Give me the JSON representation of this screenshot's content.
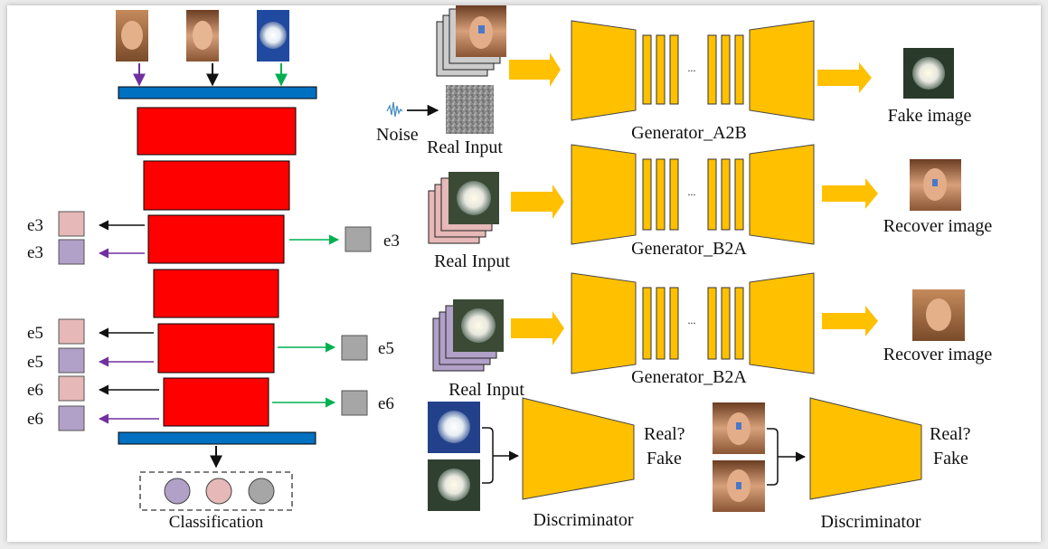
{
  "colors": {
    "encoder_block": "#ff0000",
    "bar": "#0070c0",
    "generator": "#ffc000",
    "arrow_orange": "#ffc000",
    "arrow_purple": "#7030a0",
    "arrow_green": "#00b050",
    "square_pink": "#e6b8b7",
    "square_purple": "#b1a0c7",
    "square_gray": "#a6a6a6",
    "circle_gray": "#a6a6a6"
  },
  "encoder": {
    "rows": [
      {
        "left_a": "e3",
        "left_b": "e3",
        "right": "e3"
      },
      {
        "left_a": "e5",
        "left_b": "e5",
        "right": "e5"
      },
      {
        "left_a": "e6",
        "left_b": "e6",
        "right": "e6"
      }
    ],
    "classification_label": "Classification"
  },
  "generators": {
    "a2b": {
      "name": "Generator_A2B",
      "input": "Real Input",
      "noise": "Noise",
      "output": "Fake image",
      "dots": "..."
    },
    "b2a_1": {
      "name": "Generator_B2A",
      "input": "Real Input",
      "output": "Recover image",
      "dots": "..."
    },
    "b2a_2": {
      "name": "Generator_B2A",
      "input": "Real Input",
      "output": "Recover image",
      "dots": "..."
    }
  },
  "discriminators": {
    "left": {
      "name": "Discriminator",
      "out_line1": "Real?",
      "out_line2": "Fake"
    },
    "right": {
      "name": "Discriminator",
      "out_line1": "Real?",
      "out_line2": "Fake"
    }
  }
}
